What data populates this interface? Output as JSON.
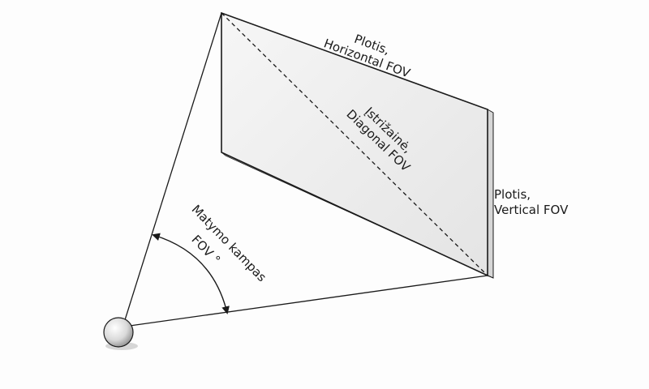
{
  "diagram": {
    "label_horizontal_line1": "Plotis,",
    "label_horizontal_line2": "Horizontal FOV",
    "label_diagonal_line1": "Įstrižainė,",
    "label_diagonal_line2": "Diagonal FOV",
    "label_vertical_line1": "Plotis,",
    "label_vertical_line2": "Vertical FOV",
    "label_angle_line1": "Matymo kampas",
    "label_angle_line2": "FOV °"
  },
  "colors": {
    "line": "#1a1a1a",
    "screen_fill": "#f1f1f1",
    "screen_edge": "#cfcfcf",
    "background": "#fdfdfd"
  }
}
